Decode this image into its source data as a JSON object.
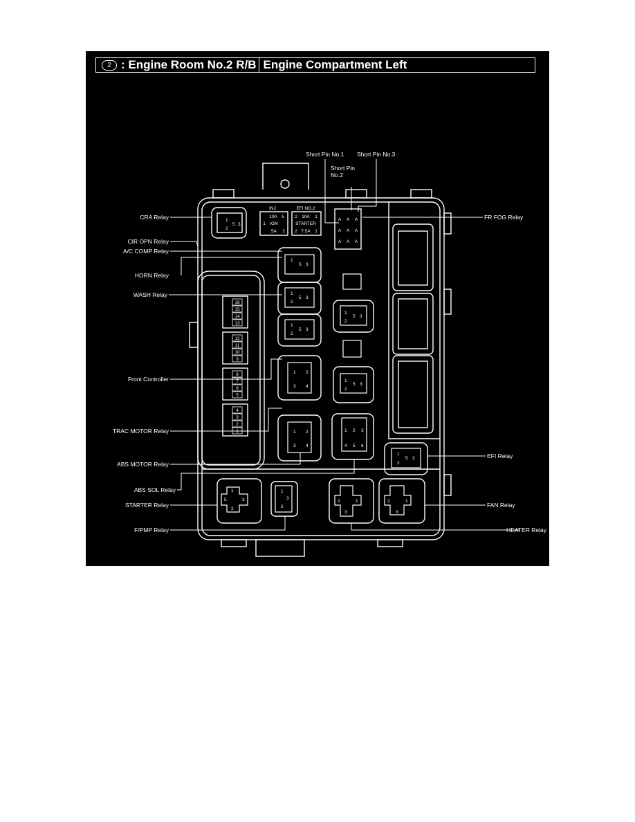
{
  "title": {
    "badge": "2",
    "location": ": Engine Room No.2 R/B",
    "area": "Engine Compartment Left"
  },
  "labels": {
    "short_pin_no1": "Short Pin No.1",
    "short_pin_no3": "Short Pin No.3",
    "short_pin": "Short Pin",
    "no2": "No.2",
    "cra_relay": "CRA Relay",
    "cir_opn_relay": "CIR OPN Relay",
    "ac_comp_relay": "A/C COMP Relay",
    "horn_relay": "HORN Relay",
    "wash_relay": "WASH Relay",
    "front_controller": "Front Controller",
    "trac_motor_relay": "TRAC MOTOR Relay",
    "abs_motor_relay": "ABS MOTOR Relay",
    "abs_sol_relay": "ABS SOL Relay",
    "starter_relay": "STARTER Relay",
    "fpmp_relay": "F/PMP Relay",
    "fr_fog_relay": "FR FOG Relay",
    "efi_relay": "EFI Relay",
    "fan_relay": "FAN Relay",
    "heater_relay": "HEATER Relay"
  },
  "fuses": {
    "inj": "INJ",
    "inj_amp": "10A",
    "inj_pin5": "5",
    "inj_pin1": "1",
    "ign": "IGN",
    "ign_amp": "5A",
    "ign_pin2": "2",
    "efi_no2": "EFI NO.2",
    "efi2_pin2": "2",
    "efi2_amp": "10A",
    "efi2_pin1": "1",
    "starter": "STARTER",
    "st_pin2": "2",
    "st_amp": "7.5A",
    "st_pin1": "1"
  },
  "front_controller_pins": [
    "16",
    "15",
    "14",
    "13",
    "12",
    "11",
    "10",
    "9",
    "8",
    "7",
    "6",
    "5",
    "4",
    "3",
    "2",
    "1"
  ],
  "short_pin_block": [
    "A",
    "A",
    "A",
    "A",
    "A",
    "A",
    "A",
    "A",
    "A"
  ],
  "relay_pins": {
    "p1": "1",
    "p2": "2",
    "p3": "3",
    "p4": "4",
    "p5": "5",
    "p6": "6"
  }
}
